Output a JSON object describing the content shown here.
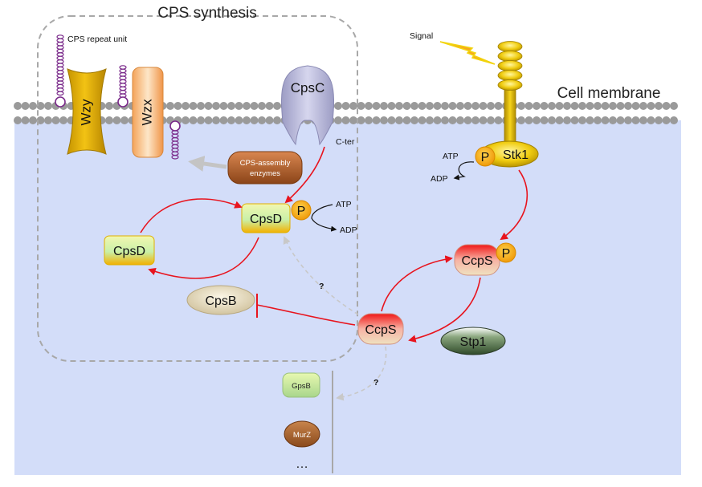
{
  "title": "CPS synthesis",
  "labels": {
    "cps_repeat_unit": "CPS repeat unit",
    "signal": "Signal",
    "cell_membrane": "Cell membrane",
    "c_ter": "C-ter",
    "atp_top": "ATP",
    "adp_top": "ADP",
    "atp_mid": "ATP",
    "adp_mid": "ADP",
    "question_upper": "?",
    "question_lower": "?",
    "ellipsis": "…"
  },
  "proteins": {
    "wzy": "Wzy",
    "wzx": "Wzx",
    "cpsc": "CpsC",
    "cps_assembly_line1": "CPS-assembly",
    "cps_assembly_line2": "enzymes",
    "cpsd_phospho": "CpsD",
    "cpsd": "CpsD",
    "cpsb": "CpsB",
    "stk1": "Stk1",
    "ccps_phospho": "CcpS",
    "ccps": "CcpS",
    "stp1": "Stp1",
    "gpsb": "GpsB",
    "murz": "MurZ"
  },
  "phospho": {
    "on_stk1": "P",
    "on_cpsd": "P",
    "on_ccps": "P"
  },
  "colors": {
    "cytoplasm": "#d3ddf9",
    "membrane_bead": "#9a9a9a",
    "activation_arrow": "#e8141e",
    "uncertain_arrow": "#c8c8c8",
    "phosphate": "#f7a81c",
    "dashed_box": "#a8a8a8"
  }
}
